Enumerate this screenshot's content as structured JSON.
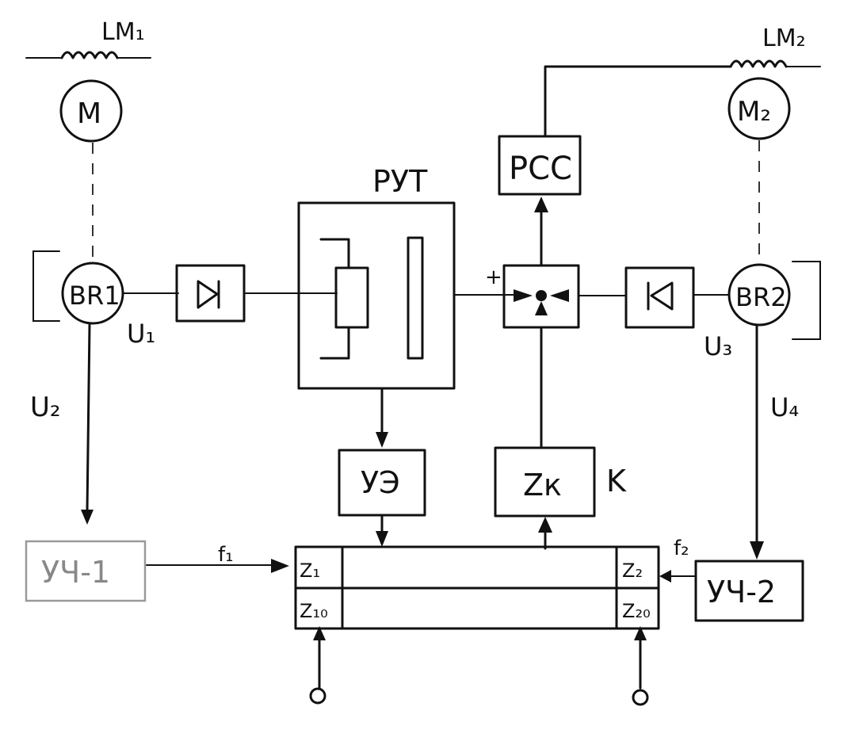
{
  "labels": {
    "lm1": "LM₁",
    "lm2": "LM₂",
    "m1": "M",
    "m2": "M₂",
    "br1": "BR1",
    "br2": "BR2",
    "rut": "РУТ",
    "rcc": "РСС",
    "ue": "УЭ",
    "zk": "Zк",
    "k": "K",
    "uch1": "УЧ-1",
    "uch2": "УЧ-2",
    "u1": "U₁",
    "u2": "U₂",
    "u3": "U₃",
    "u4": "U₄",
    "f1": "f₁",
    "f2": "f₂",
    "z1": "Z₁",
    "z10": "Z₁₀",
    "z2": "Z₂",
    "z20": "Z₂₀",
    "plus": "+"
  },
  "colors": {
    "ink": "#111111",
    "faint_ink": "#9a9a9a",
    "paper": "#ffffff"
  }
}
